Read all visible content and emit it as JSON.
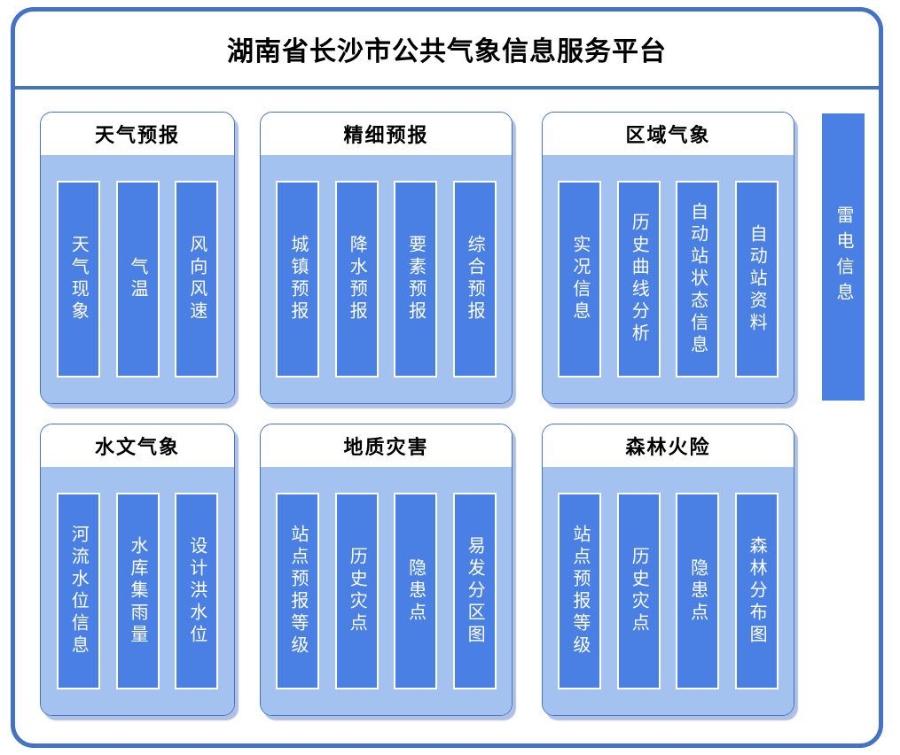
{
  "title": "湖南省长沙市公共气象信息服务平台",
  "colors": {
    "frame_border": "#4472C4",
    "divider": "#4472C4",
    "panel_border": "#4472C4",
    "panel_body": "#A4C2F0",
    "bar": "#4A80E4",
    "bar_text": "#FFFFFF",
    "header_text": "#000000",
    "shadow": "#8FA9DF"
  },
  "categories": [
    {
      "title": "天气预报",
      "items": [
        "天气现象",
        "气温",
        "风向风速"
      ]
    },
    {
      "title": "精细预报",
      "items": [
        "城镇预报",
        "降水预报",
        "要素预报",
        "综合预报"
      ]
    },
    {
      "title": "区域气象",
      "items": [
        "实况信息",
        "历史曲线分析",
        "自动站状态信息",
        "自动站资料"
      ]
    },
    {
      "title": "水文气象",
      "items": [
        "河流水位信息",
        "水库集雨量",
        "设计洪水位"
      ]
    },
    {
      "title": "地质灾害",
      "items": [
        "站点预报等级",
        "历史灾点",
        "隐患点",
        "易发分区图"
      ]
    },
    {
      "title": "森林火险",
      "items": [
        "站点预报等级",
        "历史灾点",
        "隐患点",
        "森林分布图"
      ]
    }
  ],
  "side_item": {
    "label": "雷电信息"
  }
}
